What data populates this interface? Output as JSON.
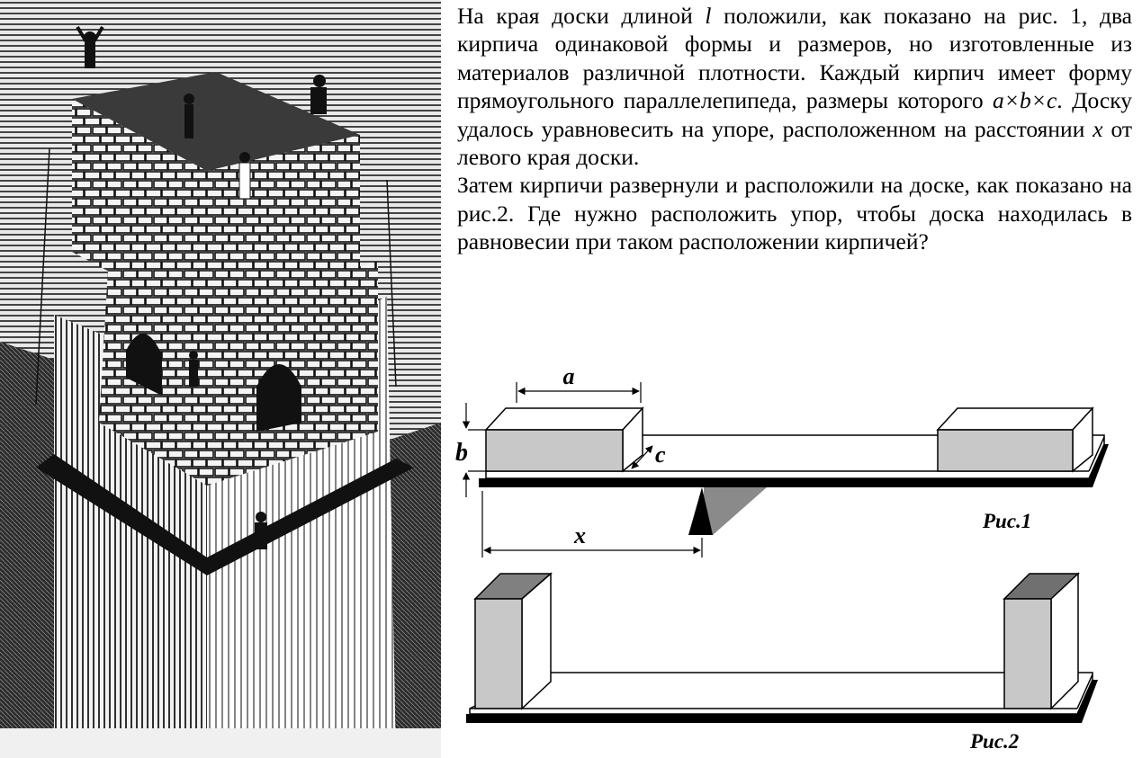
{
  "problem": {
    "paragraph1": [
      "На края доски длиной ",
      "l",
      " положили, как показано на рис. 1, два кирпича одинаковой формы и размеров, но изготовленные из материалов различной плотности. Каждый кирпич имеет форму прямоугольного параллелепипеда, размеры которого ",
      "a×b×c",
      ". Доску удалось уравновесить на упоре, расположенном на расстоянии ",
      "x",
      " от левого края доски."
    ],
    "paragraph2": "Затем кирпичи развернули и расположили на доске, как показано на рис.2. Где нужно расположить упор, чтобы доска находилась в равновесии при таком расположении кирпичей?"
  },
  "figure1": {
    "caption": "Рис.1",
    "dim_a": "a",
    "dim_b": "b",
    "dim_c": "c",
    "dim_x": "x"
  },
  "figure2": {
    "caption": "Рис.2"
  },
  "colors": {
    "brick_front": "#c8c8c8",
    "brick_top": "#ffffff",
    "brick_side_dark": "#707070",
    "board_bottom": "#000000",
    "support": "#000000",
    "support_shadow": "#8a8a8a"
  }
}
